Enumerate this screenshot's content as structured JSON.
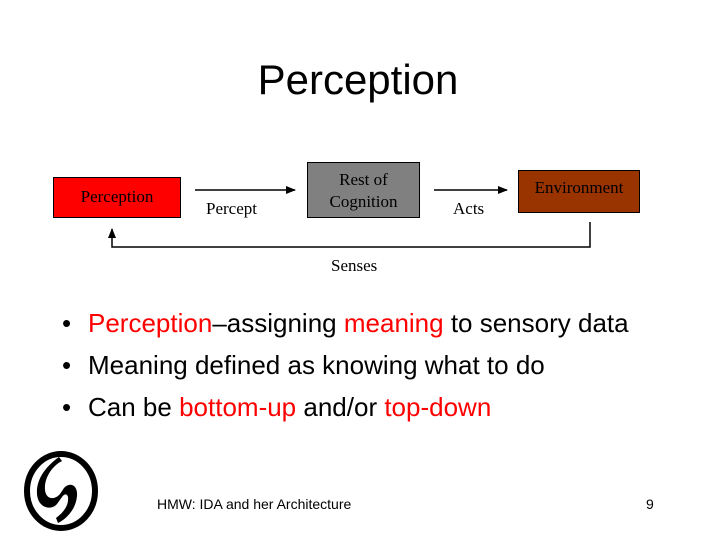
{
  "title": "Perception",
  "diagram": {
    "nodes": {
      "perception": "Perception",
      "cognition_line1": "Rest of",
      "cognition_line2": "Cognition",
      "environment": "Environment"
    },
    "edges": {
      "percept": "Percept",
      "acts": "Acts",
      "senses": "Senses"
    },
    "colors": {
      "perception": "#ff0000",
      "cognition": "#808080",
      "environment": "#993300"
    }
  },
  "bullets": [
    {
      "parts": [
        "Perception",
        "–assigning ",
        "meaning",
        " to sensory data"
      ]
    },
    {
      "text": "Meaning defined as knowing what to do"
    },
    {
      "parts": [
        "Can be ",
        "bottom-up",
        " and/or ",
        "top-down"
      ]
    }
  ],
  "footer": {
    "text": "HMW: IDA and her Architecture",
    "page": "9"
  }
}
